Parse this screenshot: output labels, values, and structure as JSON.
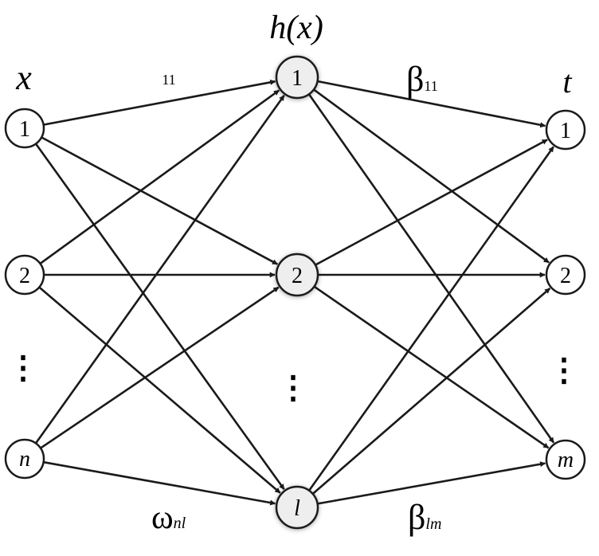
{
  "labels": {
    "input_layer": "x",
    "hidden_layer": "h(x)",
    "output_layer": "t"
  },
  "nodes": {
    "input": [
      {
        "label": "1",
        "italic": false
      },
      {
        "label": "2",
        "italic": false
      },
      {
        "label": "n",
        "italic": true
      }
    ],
    "hidden": [
      {
        "label": "1",
        "italic": false
      },
      {
        "label": "2",
        "italic": false
      },
      {
        "label": "l",
        "italic": true
      }
    ],
    "output": [
      {
        "label": "1",
        "italic": false
      },
      {
        "label": "2",
        "italic": false
      },
      {
        "label": "m",
        "italic": true
      }
    ]
  },
  "ellipsis": "⋮",
  "weights": {
    "w11": "11",
    "w_nl_symbol": "ω",
    "w_nl_sub": "nl",
    "b11_symbol": "β",
    "b11_sub": "11",
    "b_lm_symbol": "β",
    "b_lm_sub": "lm"
  },
  "colors": {
    "stroke": "#1a1a1a",
    "hidden_fill": "#eeeeee",
    "node_fill": "#ffffff"
  }
}
